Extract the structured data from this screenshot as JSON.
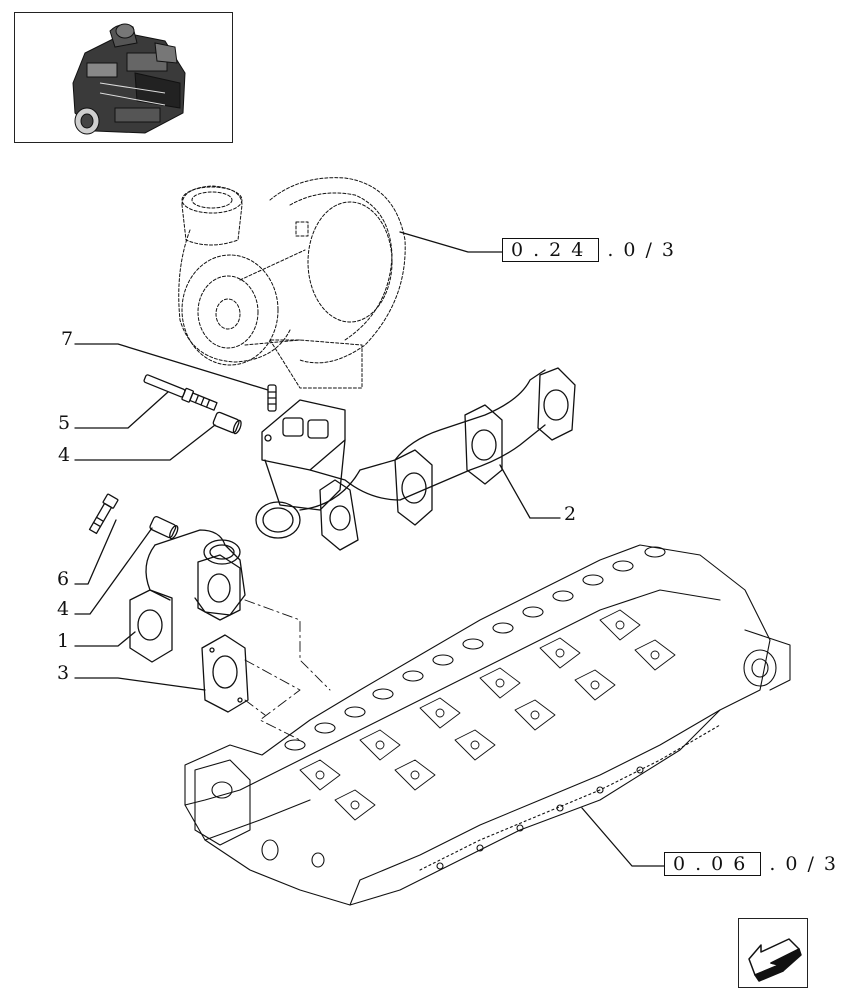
{
  "callouts": [
    {
      "id": "1",
      "label": "1"
    },
    {
      "id": "2",
      "label": "2"
    },
    {
      "id": "3",
      "label": "3"
    },
    {
      "id": "4a",
      "label": "4"
    },
    {
      "id": "4b",
      "label": "4"
    },
    {
      "id": "5",
      "label": "5"
    },
    {
      "id": "6",
      "label": "6"
    },
    {
      "id": "7",
      "label": "7"
    }
  ],
  "references": {
    "turbo": {
      "boxed": "0.24",
      "suffix": ".0/3"
    },
    "head": {
      "boxed": "0.06",
      "suffix": ".0/3"
    }
  },
  "icons": {
    "thumbnail": "engine-thumbnail-icon",
    "nav": "arrow-down-left-icon"
  }
}
